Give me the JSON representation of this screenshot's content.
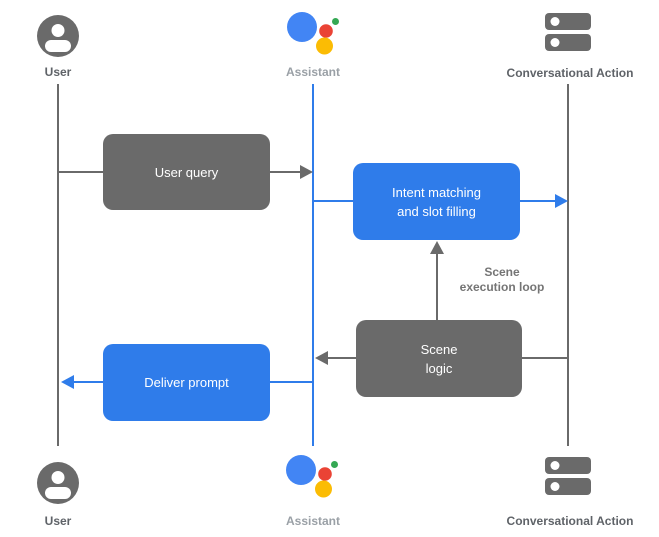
{
  "colors": {
    "flow_blue": "#2F7CEA",
    "flow_gray": "#6A6A6A",
    "label_dark": "#5F6368",
    "label_muted": "#9AA0A6",
    "annotation_gray": "#757575",
    "assistant_blue": "#4285F4",
    "assistant_red": "#EA4335",
    "assistant_green": "#34A853",
    "assistant_yellow": "#FBBC04"
  },
  "actors": {
    "top": {
      "user": {
        "label": "User",
        "icon": "user-icon"
      },
      "assistant": {
        "label": "Assistant",
        "icon": "assistant-icon"
      },
      "action": {
        "label": "Conversational Action",
        "icon": "server-icon"
      }
    },
    "bottom": {
      "user": {
        "label": "User",
        "icon": "user-icon"
      },
      "assistant": {
        "label": "Assistant",
        "icon": "assistant-icon"
      },
      "action": {
        "label": "Conversational Action",
        "icon": "server-icon"
      }
    }
  },
  "boxes": {
    "user_query": {
      "label": "User query"
    },
    "intent_matching": {
      "label": "Intent matching\nand slot filling"
    },
    "scene_logic": {
      "label": "Scene\nlogic"
    },
    "deliver_prompt": {
      "label": "Deliver prompt"
    }
  },
  "annotations": {
    "scene_execution_loop": {
      "label": "Scene\nexecution loop"
    }
  }
}
